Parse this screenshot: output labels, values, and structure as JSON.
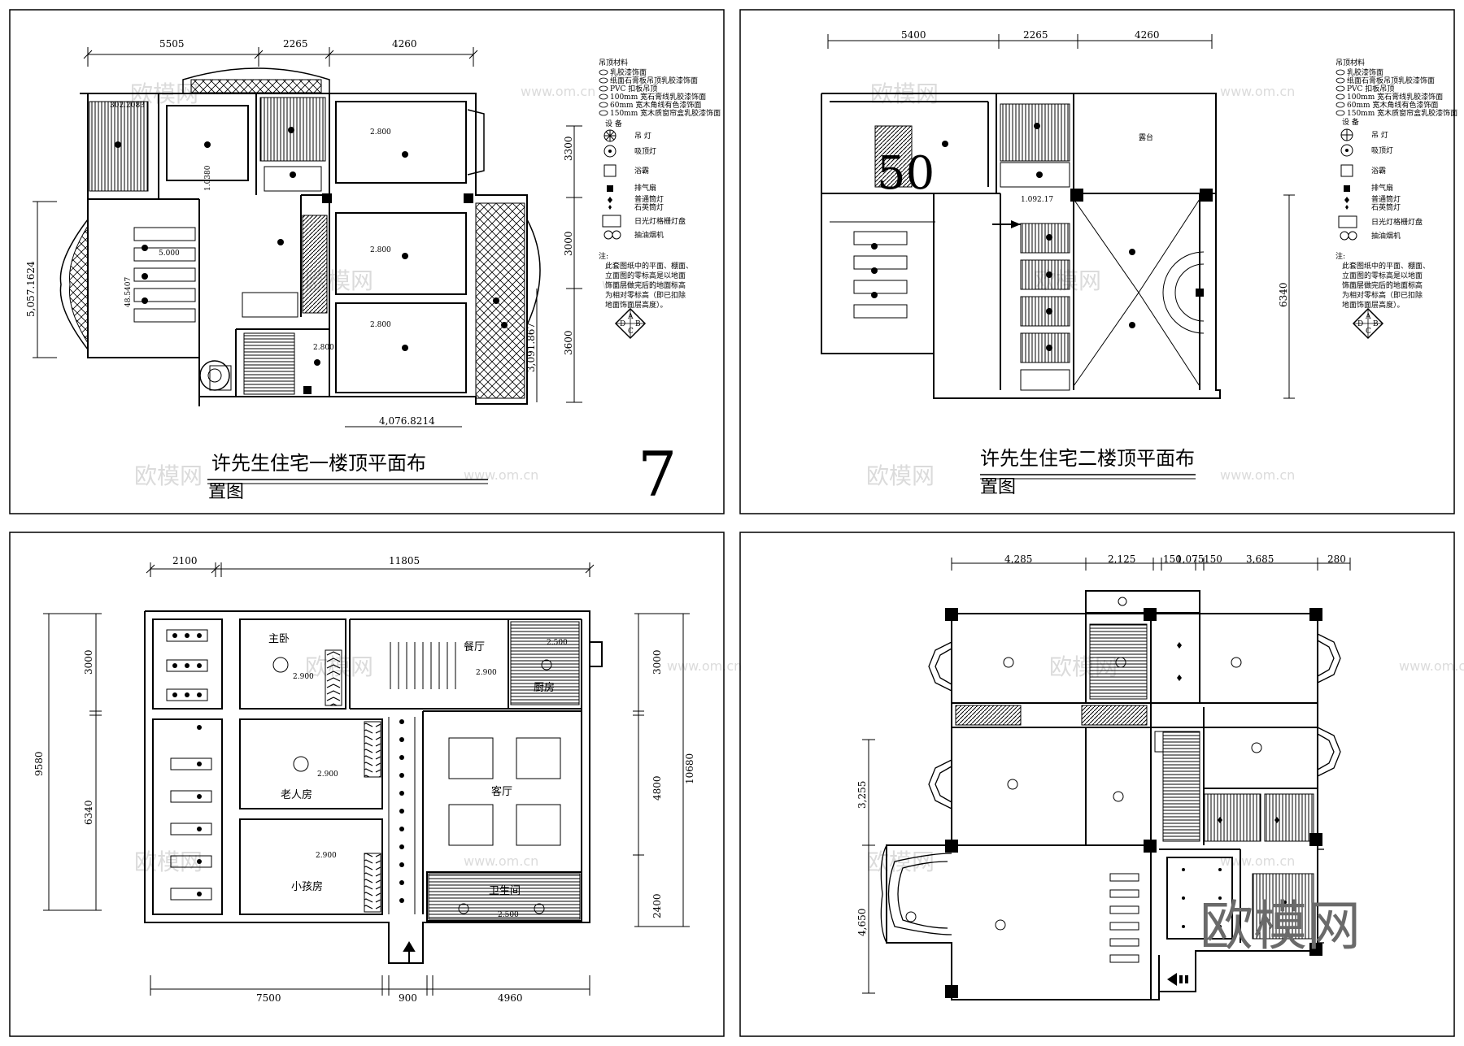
{
  "sheets": [
    {
      "title_line1": "许先生住宅一楼顶平面布",
      "title_line2": "置图",
      "sheet_number": "7",
      "dims_top": [
        "5505",
        "2265",
        "4260"
      ],
      "dims_right": [
        "3300",
        "3000",
        "3600"
      ],
      "dim_left": "5,057.1624",
      "dim_right_extra": "3,091.867",
      "dim_bottom": "4,076.8214",
      "interior_labels": [
        "302.2083",
        "2.800",
        "2.800",
        "2.800",
        "2.800",
        "1.0380",
        "48.5407",
        "5.000"
      ]
    },
    {
      "title_line1": "许先生住宅二楼顶平面布",
      "title_line2": "置图",
      "big_number": "50",
      "dims_top": [
        "5400",
        "2265",
        "4260"
      ],
      "dim_right": "6340",
      "room_label": "露台",
      "interior_labels": [
        "1.092.17"
      ]
    },
    {
      "dims_top": [
        "2100",
        "11805"
      ],
      "dims_left": [
        "9580",
        "3000",
        "6340"
      ],
      "dims_right": [
        "10680",
        "3000",
        "4800",
        "2400"
      ],
      "dims_bottom": [
        "7500",
        "900",
        "4960"
      ],
      "rooms": [
        "主卧",
        "餐厅",
        "厨房",
        "老人房",
        "客厅",
        "小孩房",
        "卫生间"
      ],
      "levels": [
        "2.900",
        "2.900",
        "2.500",
        "2.900",
        "2.900",
        "2.500"
      ]
    },
    {
      "dims_top": [
        "4,285",
        "2,125",
        "150",
        "1,075",
        "150",
        "3,685",
        "280"
      ],
      "dims_left": [
        "3,255",
        "4,650"
      ],
      "logo_text": "欧模网"
    }
  ],
  "legend": {
    "heading": "吊顶材料",
    "materials": [
      "乳胶漆饰面",
      "纸面石膏板吊顶乳胶漆饰面",
      "PVC 扣板吊顶",
      "100mm 宽石膏线乳胶漆饰面",
      "60mm 宽木角线有色漆饰面",
      "150mm 宽木质窗帘盒乳胶漆饰面"
    ],
    "equipment_heading": "设 备",
    "equipment": [
      "吊 灯",
      "吸顶灯",
      "浴霸",
      "排气扇",
      "普通筒灯",
      "石英筒灯",
      "日光灯格栅灯盘",
      "抽油烟机"
    ],
    "note_heading": "注:",
    "note_lines": [
      "此套图纸中的平面、棚面、",
      "立面图的零标高是以地面",
      "饰面层做完后的地面标高",
      "为相对零标高（即已扣除",
      "地面饰面层高度）。"
    ],
    "compass_letters": [
      "A",
      "B",
      "C",
      "D"
    ]
  },
  "watermark": {
    "cn": "欧模网",
    "url": "www.om.cn"
  }
}
